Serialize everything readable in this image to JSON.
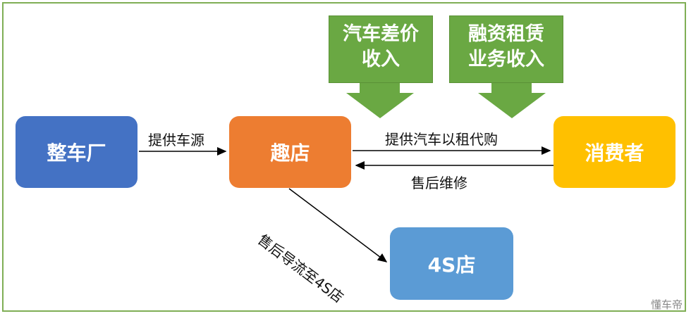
{
  "nodes": {
    "factory": {
      "label": "整车厂",
      "color": "#4472c4"
    },
    "qudian": {
      "label": "趣店",
      "color": "#ed7d31"
    },
    "consumer": {
      "label": "消费者",
      "color": "#ffc000"
    },
    "store4s": {
      "label": "4S店",
      "color": "#5b9bd5"
    }
  },
  "edges": {
    "factory_to_qudian": "提供车源",
    "qudian_to_consumer": "提供汽车以租代购",
    "consumer_to_qudian": "售后维修",
    "qudian_to_4s": "售后导流至4S店"
  },
  "revenue": {
    "car_price": [
      "汽车差价",
      "收入"
    ],
    "leasing": [
      "融资租赁",
      "业务收入"
    ]
  },
  "watermark": "懂车帝"
}
